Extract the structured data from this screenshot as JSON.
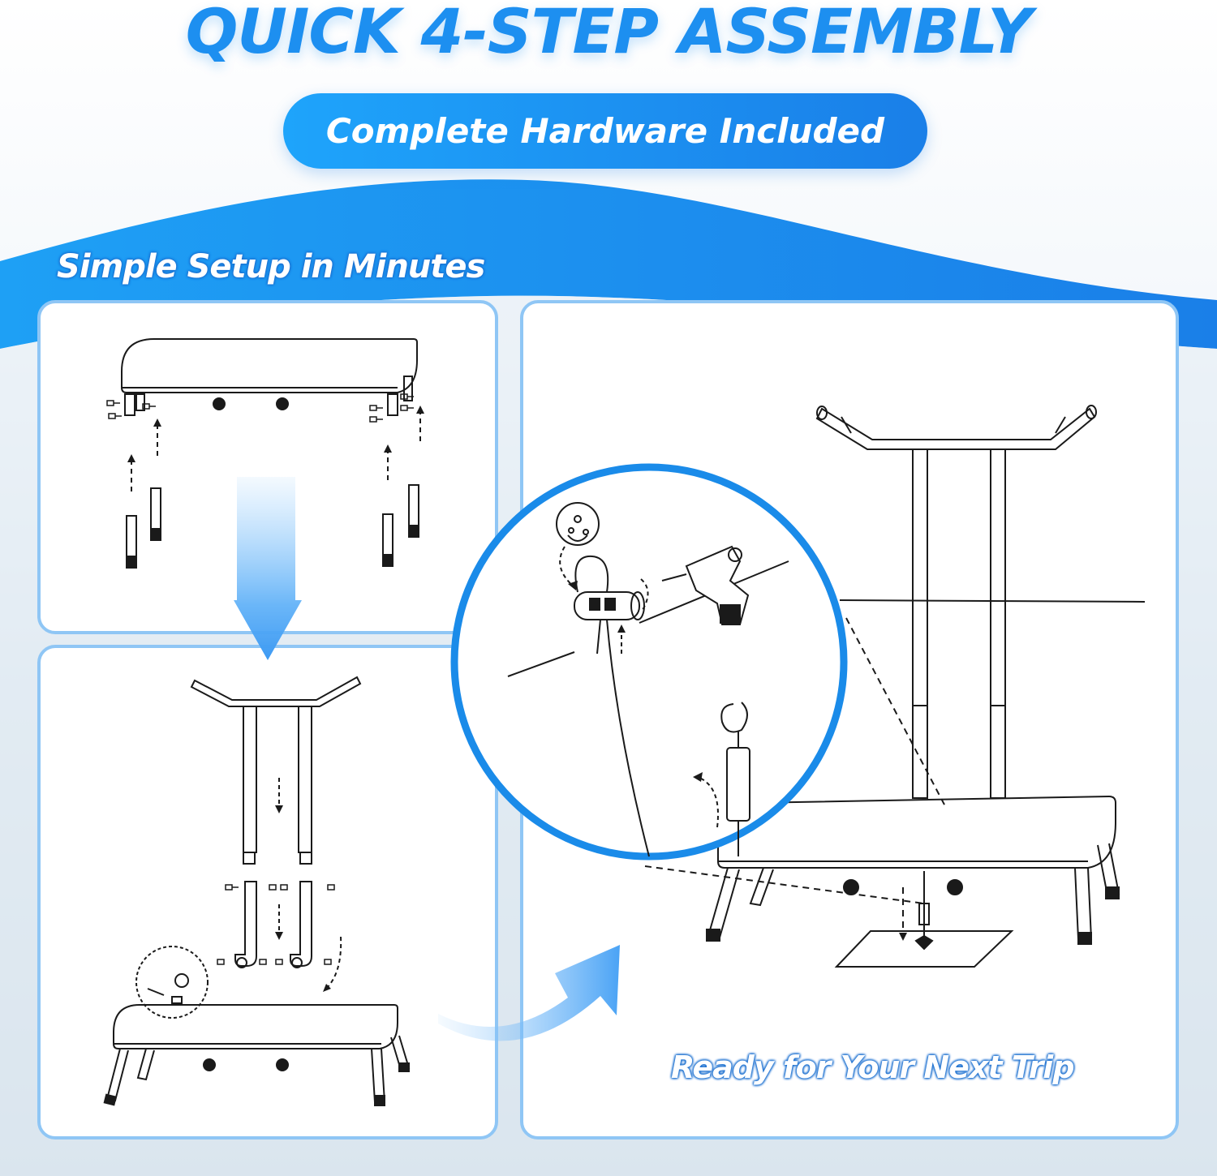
{
  "headline": "QUICK 4-STEP ASSEMBLY",
  "subtitle": "Complete Hardware Included",
  "section_title": "Simple Setup in Minutes",
  "final_caption": "Ready for Your Next Trip",
  "colors": {
    "primary_blue": "#1d8ff0",
    "pill_blue": "#1a7fe8",
    "panel_border": "#8fc6f5",
    "line_art": "#1a1a1a"
  },
  "icons": {
    "step_arrow_down": "arrow-down-icon",
    "step_arrow_curved": "curved-arrow-icon",
    "drill": "drill-icon",
    "bolt": "bolt-icon"
  }
}
